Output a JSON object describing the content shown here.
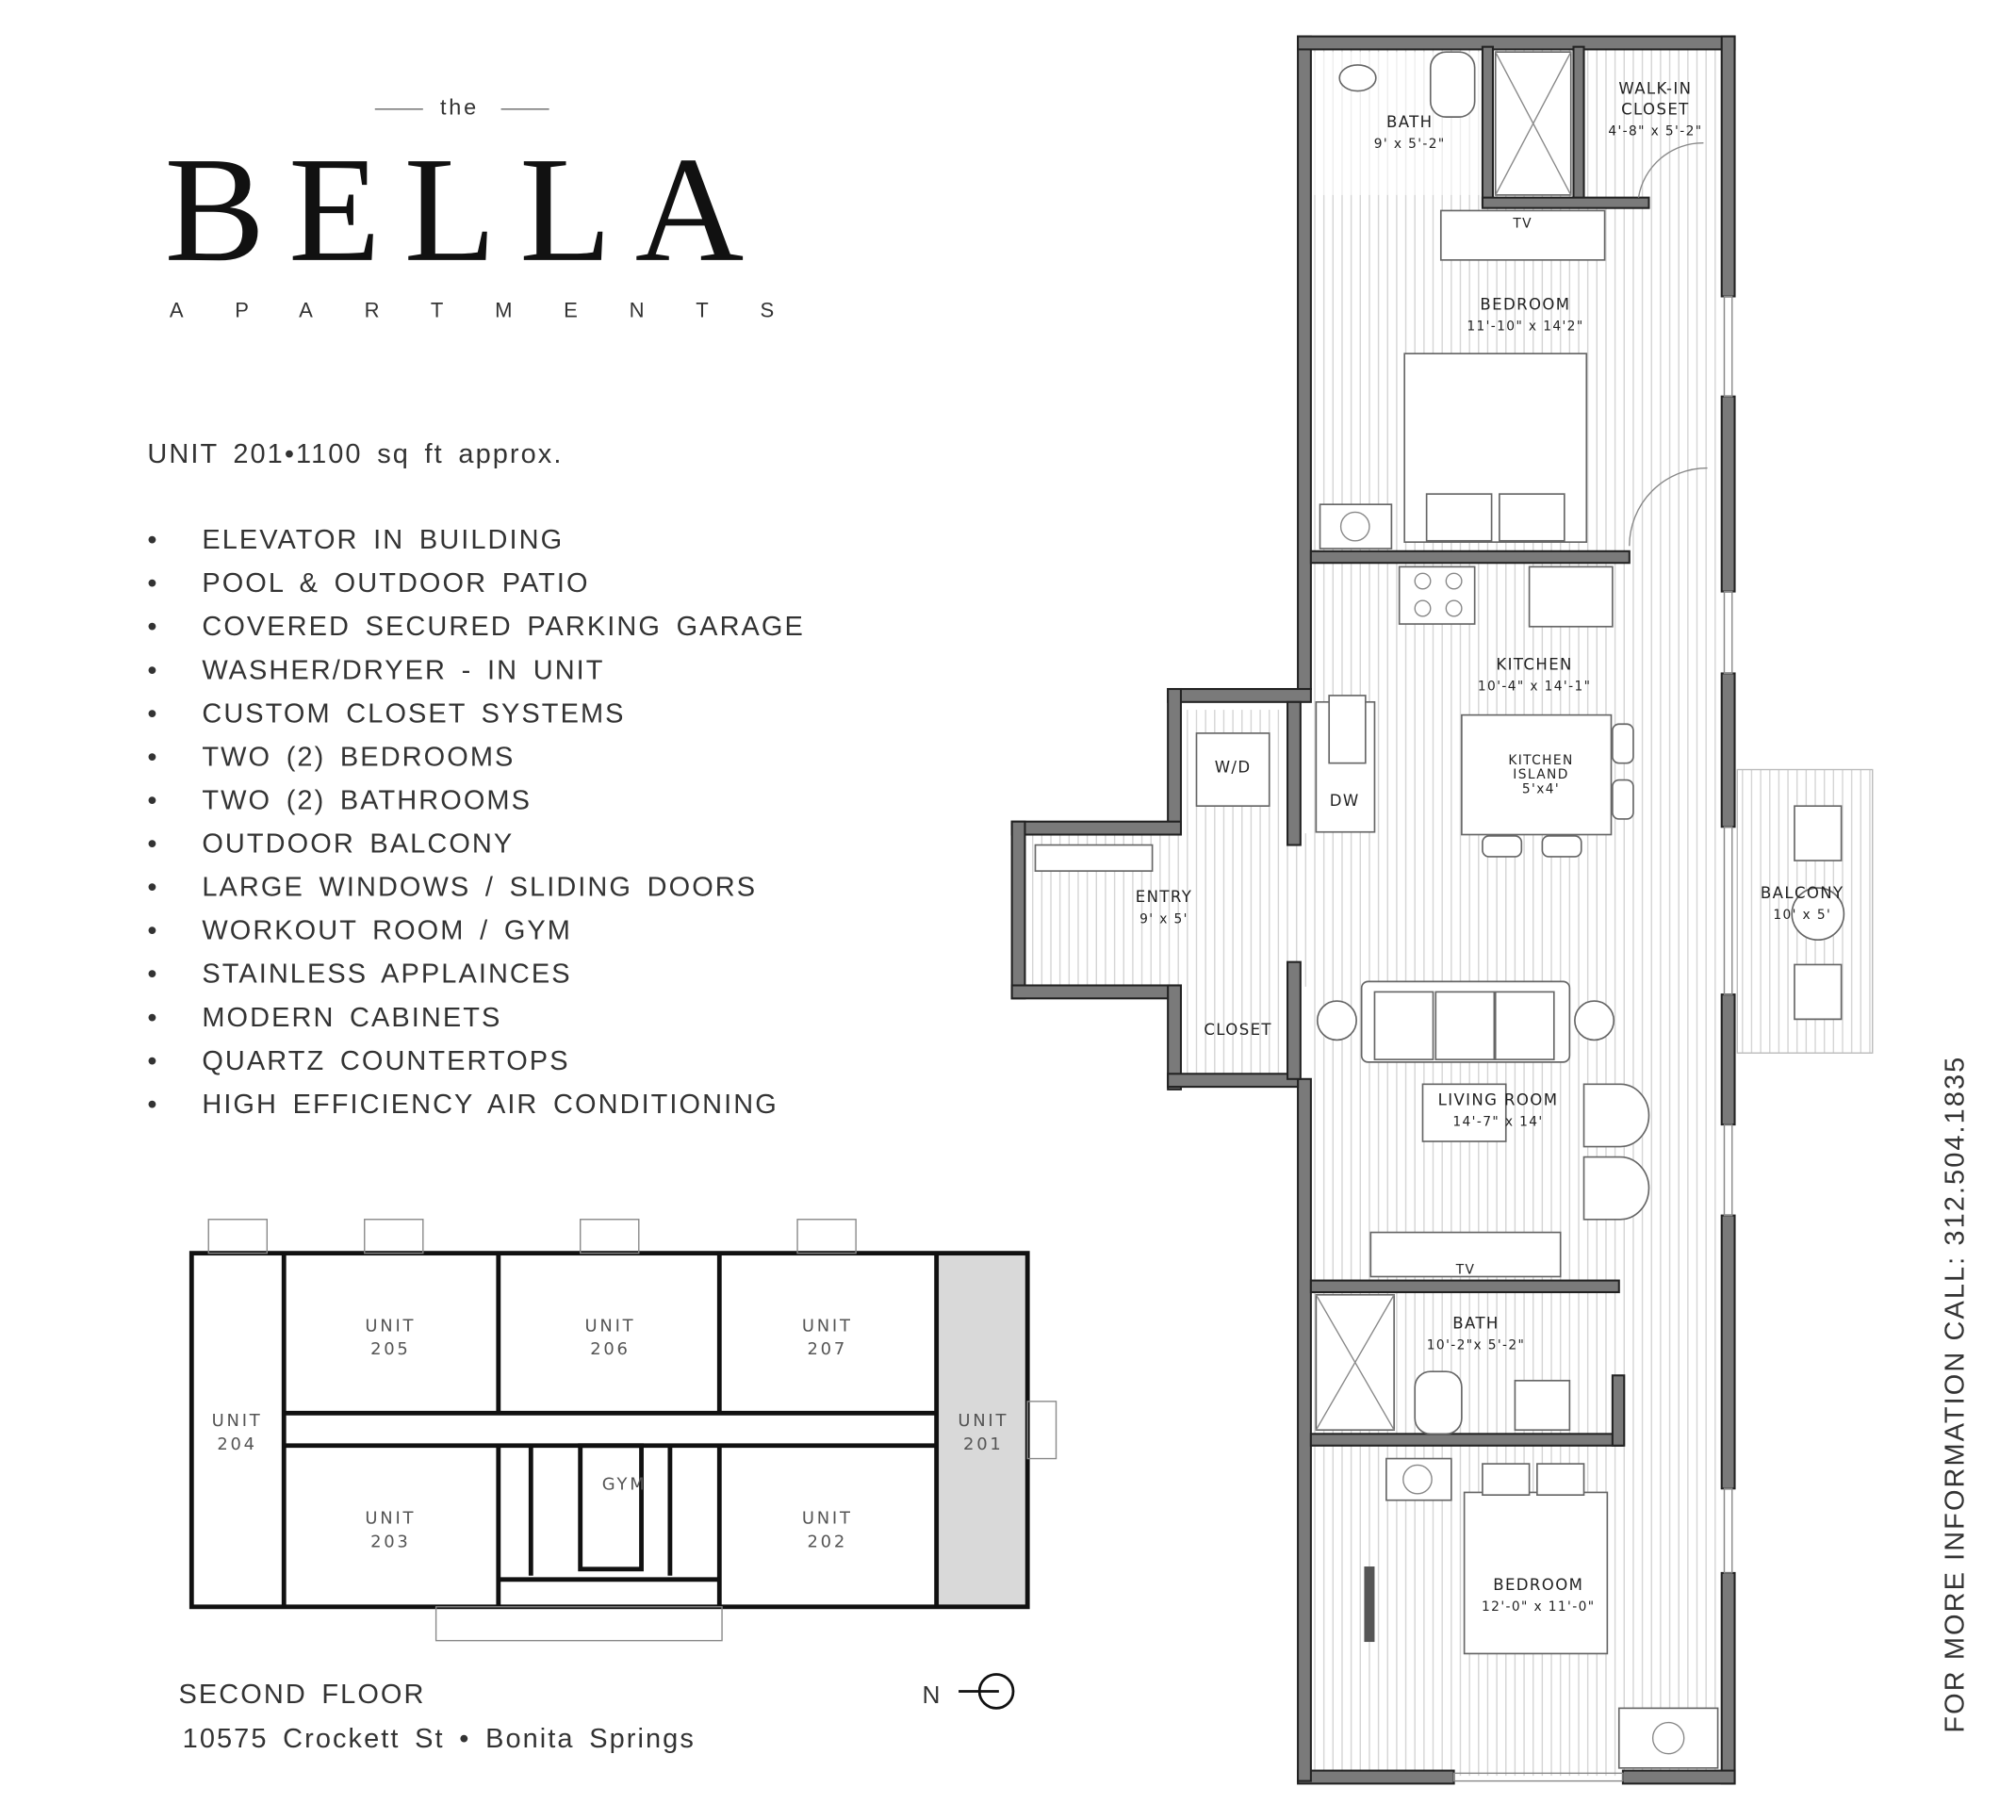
{
  "brand": {
    "the": "the",
    "name": "BELLA",
    "sub": "APARTMENTS"
  },
  "unit_info": "UNIT 201•1100 sq ft approx.",
  "features": [
    "ELEVATOR IN BUILDING",
    "POOL & OUTDOOR PATIO",
    "COVERED SECURED PARKING GARAGE",
    "WASHER/DRYER - IN UNIT",
    "CUSTOM CLOSET SYSTEMS",
    "TWO (2) BEDROOMS",
    "TWO (2) BATHROOMS",
    "OUTDOOR BALCONY",
    "LARGE WINDOWS / SLIDING DOORS",
    "WORKOUT ROOM / GYM",
    "STAINLESS APPLAINCES",
    "MODERN CABINETS",
    "QUARTZ COUNTERTOPS",
    "HIGH EFFICIENCY AIR CONDITIONING"
  ],
  "bullet": "•",
  "rooms": {
    "bath1": {
      "name": "BATH",
      "dim": "9' x 5'-2\""
    },
    "walkin": {
      "name1": "WALK-IN",
      "name2": "CLOSET",
      "dim": "4'-8\" x 5'-2\""
    },
    "tv1": "TV",
    "bedroom1": {
      "name": "BEDROOM",
      "dim": "11'-10\" x 14'2\""
    },
    "kitchen": {
      "name": "KITCHEN",
      "dim": "10'-4\" x 14'-1\""
    },
    "island": {
      "l1": "KITCHEN",
      "l2": "ISLAND",
      "l3": "5'x4'"
    },
    "wd": "W/D",
    "dw": "DW",
    "entry": {
      "name": "ENTRY",
      "dim": "9' x 5'"
    },
    "closet": "CLOSET",
    "balcony": {
      "name": "BALCONY",
      "dim": "10' x 5'"
    },
    "living": {
      "name": "LIVING ROOM",
      "dim": "14'-7\" x 14'"
    },
    "tv2": "TV",
    "bath2": {
      "name": "BATH",
      "dim": "10'-2\"x 5'-2\""
    },
    "bedroom2": {
      "name": "BEDROOM",
      "dim": "12'-0\" x 11'-0\""
    }
  },
  "floorplan": {
    "units": {
      "u204": [
        "UNIT",
        "204"
      ],
      "u205": [
        "UNIT",
        "205"
      ],
      "u206": [
        "UNIT",
        "206"
      ],
      "u207": [
        "UNIT",
        "207"
      ],
      "u201": [
        "UNIT",
        "201"
      ],
      "u203": [
        "UNIT",
        "203"
      ],
      "u202": [
        "UNIT",
        "202"
      ]
    },
    "gym": "GYM",
    "highlight_color": "#d9d9d9"
  },
  "floor_label": "SECOND FLOOR",
  "address": "10575 Crockett St • Bonita Springs",
  "north": "N",
  "contact": "FOR MORE INFORMATION CALL: 312.504.1835"
}
